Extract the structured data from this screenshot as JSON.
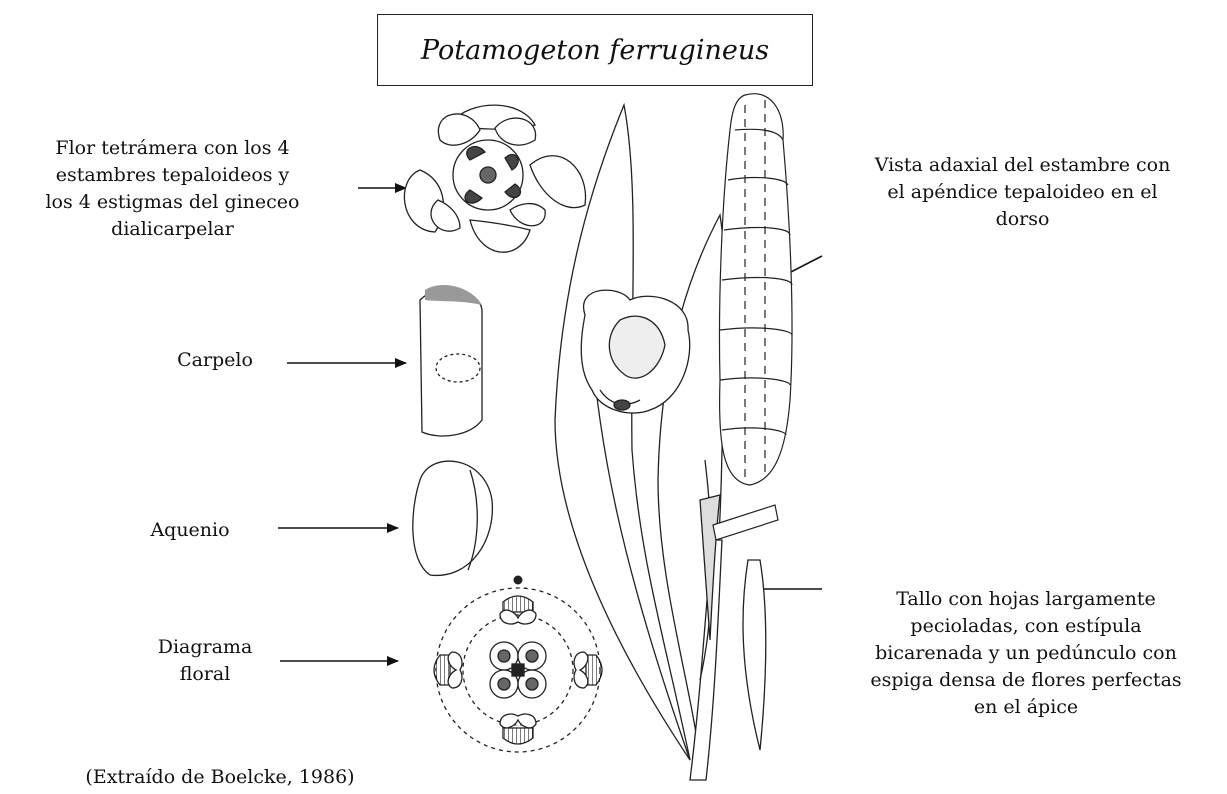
{
  "title": "Potamogeton ferrugineus",
  "labels": {
    "flor": "Flor tetrámera con los 4 estambres tepaloideos y los 4 estigmas del gineceo dialicarpelar",
    "flor_lines": [
      "Flor tetrámera con los 4",
      "estambres tepaloideos y",
      "los 4 estigmas del gineceo",
      "dialicarpelar"
    ],
    "carpelo": "Carpelo",
    "aquenio": "Aquenio",
    "diagrama_lines": [
      "Diagrama",
      "floral"
    ],
    "vista_lines": [
      "Vista adaxial del estambre con",
      "el apéndice tepaloideo en el",
      "dorso"
    ],
    "tallo_lines": [
      "Tallo con hojas largamente",
      "pecioladas, con estípula",
      "bicarenada y un pedúnculo con",
      "espiga densa de flores perfectas",
      "en el ápice"
    ],
    "credit": "(Extraído de Boelcke, 1986)"
  }
}
